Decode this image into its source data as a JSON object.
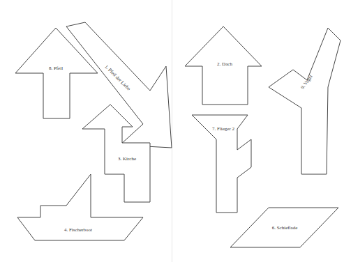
{
  "diagram": {
    "nodes": [
      {
        "text": [
          "8. Pfeil"
        ]
      },
      {
        "text": [
          "1. Pfeil der Liebe"
        ]
      },
      {
        "text": [
          "3. Kirche"
        ]
      },
      {
        "text": [
          "4. Fischerboot"
        ]
      },
      {
        "text": [
          "2. Dach"
        ]
      },
      {
        "text": [
          "9. Vogel"
        ]
      },
      {
        "text": [
          "7. Flieger 2"
        ]
      },
      {
        "text": [
          "6. Schieflade"
        ]
      }
    ]
  }
}
